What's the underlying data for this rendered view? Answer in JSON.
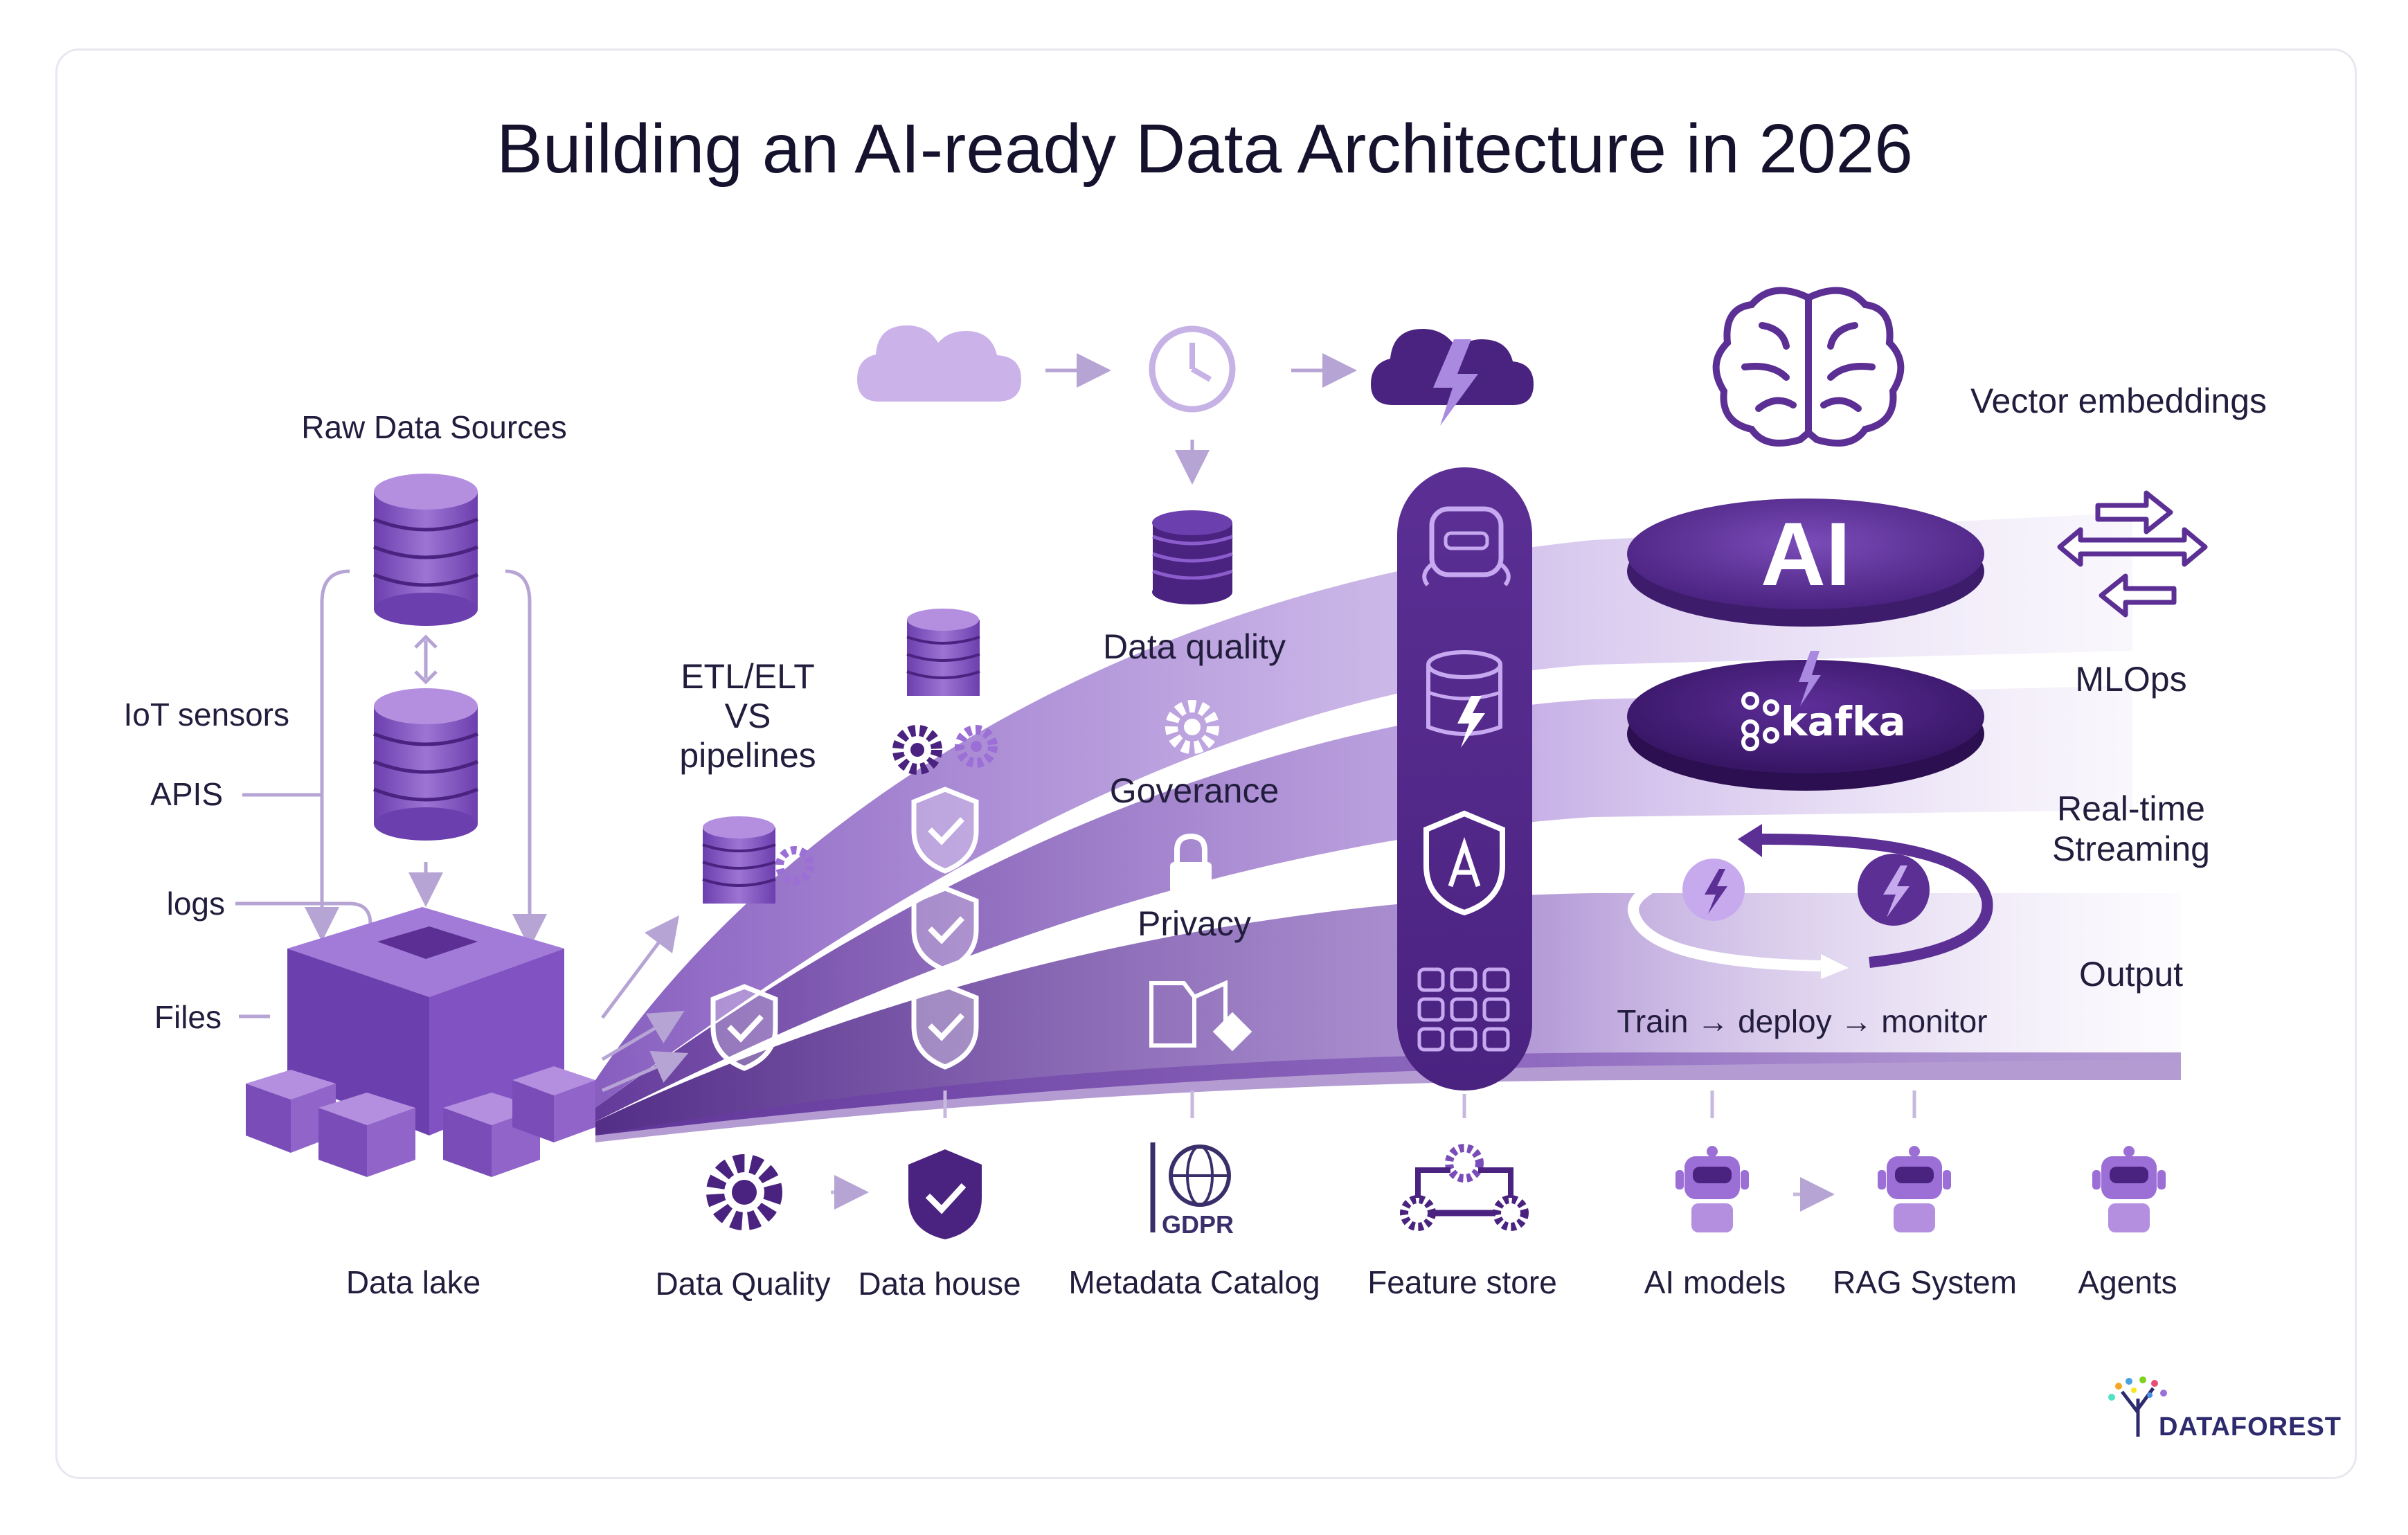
{
  "title": "Building an AI-ready Data Architecture in 2026",
  "sources": {
    "heading": "Raw Data Sources",
    "items": [
      "IoT sensors",
      "APIS",
      "logs",
      "Files"
    ]
  },
  "etl": {
    "line1": "ETL/ELT",
    "line2": "VS",
    "line3": "pipelines"
  },
  "middle": {
    "data_quality": "Data quality",
    "governance": "Goverance",
    "privacy": "Privacy"
  },
  "right": {
    "vector": "Vector embeddings",
    "mlops": "MLOps",
    "streaming": "Real-time Streaming",
    "output": "Output",
    "cycle": "Train → deploy → monitor",
    "ai_badge": "AI",
    "kafka_badge": "kafka"
  },
  "bottom": {
    "data_lake": "Data lake",
    "data_quality": "Data Quality",
    "data_house": "Data house",
    "metadata": "Metadata Catalog",
    "gdpr": "GDPR",
    "feature_store": "Feature store",
    "ai_models": "AI models",
    "rag": "RAG System",
    "agents": "Agents"
  },
  "brand": "DATAFOREST",
  "icons": [
    "database-icon",
    "data-lake-cube-icon",
    "cloud-icon",
    "clock-icon",
    "lightning-cloud-icon",
    "brain-icon",
    "gear-icon",
    "shield-check-icon",
    "lock-icon",
    "catalog-tag-icon",
    "robot-icon",
    "globe-icon",
    "feature-store-icon",
    "swap-arrows-icon",
    "cycle-arrow-icon"
  ],
  "colors": {
    "primary": "#5b2f94",
    "primary_dark": "#3d1d6b",
    "accent": "#9b6fd6",
    "light": "#c9b2e8",
    "text": "#221d3d"
  }
}
